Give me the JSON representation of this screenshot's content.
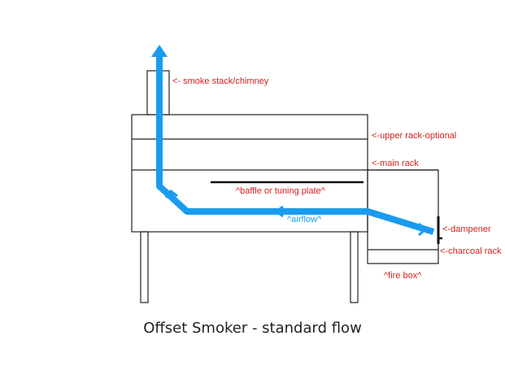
{
  "colors": {
    "outline": "#222222",
    "airflow": "#1a9bf0",
    "label_red": "#d42020",
    "label_blue": "#1fa0e8"
  },
  "labels": {
    "chimney": "<- smoke stack/chimney",
    "upper_rack": "<-upper rack-optional",
    "main_rack": "<-main rack",
    "baffle": "^baffle or tuning plate^",
    "airflow": "^airflow^",
    "dampener": "<-dampener",
    "charcoal_rack": "<-charcoal rack",
    "fire_box": "^fire box^"
  },
  "caption": "Offset Smoker - standard flow"
}
